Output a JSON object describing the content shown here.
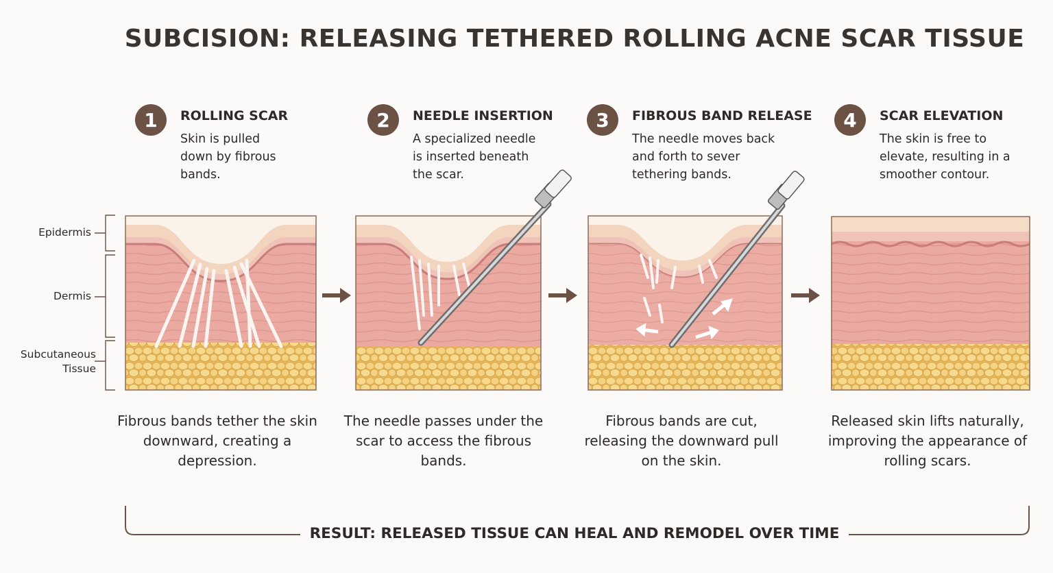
{
  "title": "SUBCISION: RELEASING TETHERED ROLLING ACNE SCAR TISSUE",
  "layers": {
    "epidermis": "Epidermis",
    "dermis": "Dermis",
    "subcutaneous_line1": "Subcutaneous",
    "subcutaneous_line2": "Tissue"
  },
  "steps": [
    {
      "number": "1",
      "name": "ROLLING SCAR",
      "description": "Skin is pulled down by fibrous bands.",
      "caption": "Fibrous bands tether the skin downward, creating a depression."
    },
    {
      "number": "2",
      "name": "NEEDLE INSERTION",
      "description": "A specialized needle is inserted beneath the scar.",
      "caption": "The needle passes under the scar to access the fibrous bands."
    },
    {
      "number": "3",
      "name": "FIBROUS BAND RELEASE",
      "description": "The needle moves back and forth to sever tethering bands.",
      "caption": "Fibrous bands are cut, releasing the downward pull on the skin."
    },
    {
      "number": "4",
      "name": "SCAR ELEVATION",
      "description": "The skin is free to elevate, resulting in a smoother contour.",
      "caption": "Released skin lifts naturally, improving the appearance of rolling scars."
    }
  ],
  "result": "RESULT: RELEASED TISSUE CAN HEAL AND REMODEL OVER TIME",
  "colors": {
    "badge": "#6b5244",
    "epidermis": "#f5d9c4",
    "dermis": "#eaa8a0",
    "fat": "#f2cf7a",
    "arrow": "#6b5244"
  }
}
